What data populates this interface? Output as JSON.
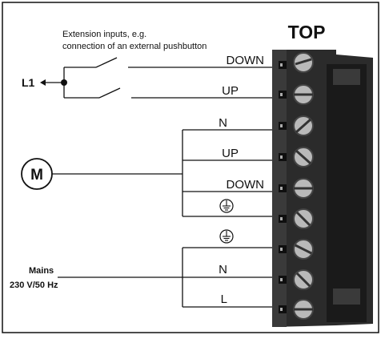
{
  "diagram": {
    "note_line1": "Extension inputs, e.g.",
    "note_line2": "connection of an external pushbutton",
    "top_label": "TOP",
    "l1_label": "L1",
    "motor_label": "M",
    "mains_line1": "Mains",
    "mains_line2": "230 V/50 Hz",
    "terminals": {
      "t1": "DOWN",
      "t2": "UP",
      "t3": "N",
      "t4": "UP",
      "t5": "DOWN",
      "t6": "⏚",
      "t7": "⏚",
      "t8": "N",
      "t9": "L"
    }
  },
  "colors": {
    "line": "#111111",
    "terminal_body": "#2b2b2b",
    "terminal_dark": "#161616",
    "screw": "#b9b9b9"
  },
  "icons": [
    "earth-ground-icon",
    "screw-terminal-icon",
    "arrow-left-icon"
  ]
}
